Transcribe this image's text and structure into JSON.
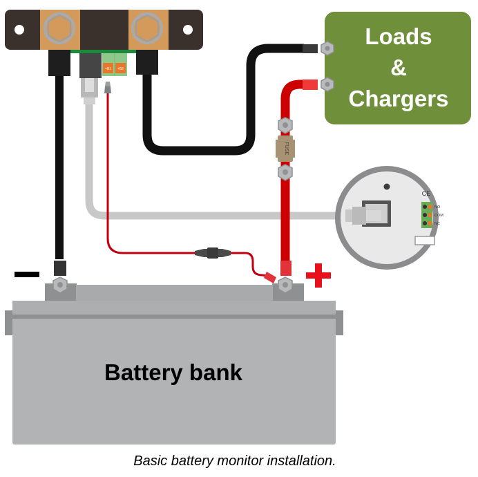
{
  "diagram": {
    "title": "Basic battery monitor installation.",
    "loads_box": {
      "lines": [
        "Loads",
        "&",
        "Chargers"
      ],
      "color": "#6f8f3a"
    },
    "battery": {
      "label": "Battery bank",
      "negative_symbol": "−",
      "positive_symbol": "+"
    },
    "shunt": {
      "terminal_labels": [
        "+B1",
        "+B2"
      ]
    },
    "fuse": {
      "label": "FUSE"
    },
    "monitor": {
      "ce_mark": "CE",
      "relay_labels": [
        "NO",
        "COM",
        "NC"
      ]
    },
    "colors": {
      "negative_cable": "#111111",
      "positive_cable": "#cc0000",
      "positive_symbol": "#e8101a",
      "data_cable": "#c8c8c8",
      "battery_body": "#b2b3b5",
      "shunt_body": "#3a302c",
      "shunt_copper": "#d49a5c"
    }
  }
}
